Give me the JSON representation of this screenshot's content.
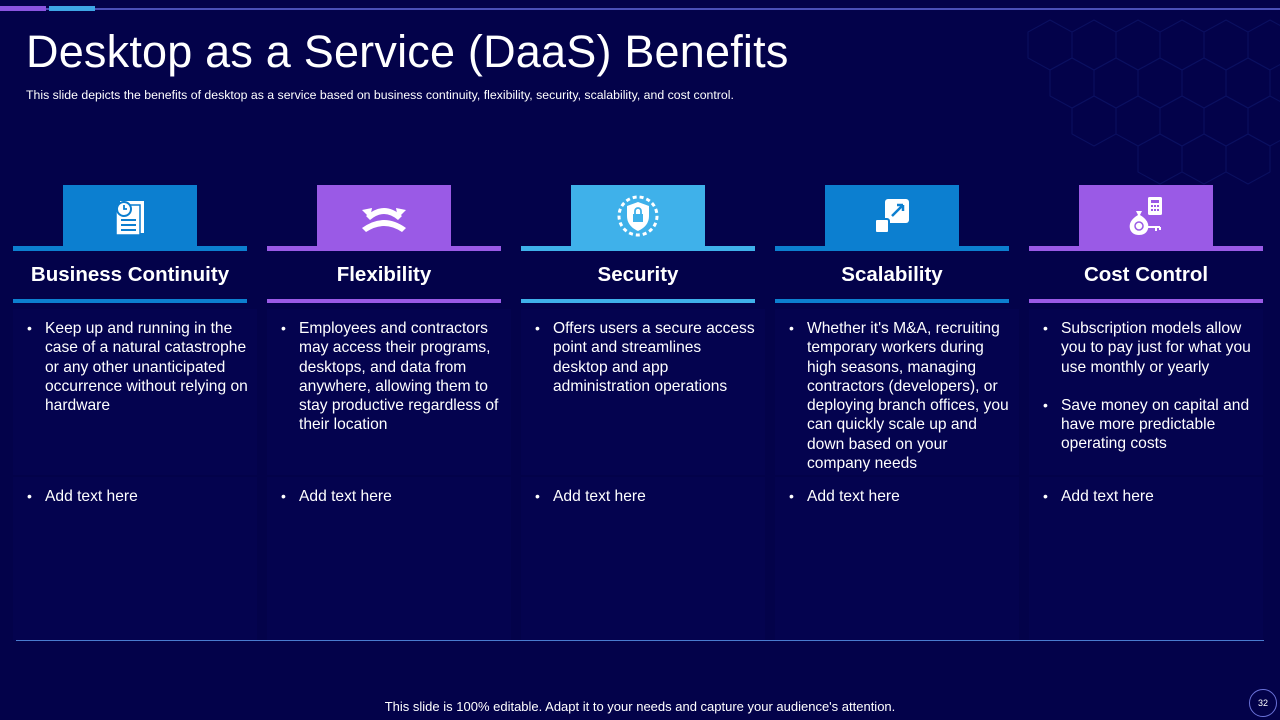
{
  "title": "Desktop as a Service (DaaS) Benefits",
  "subtitle": "This slide depicts the benefits of desktop as a service based on business continuity, flexibility, security, scalability, and cost control.",
  "columns": [
    {
      "title": "Business Continuity",
      "icon": "document-clock-icon",
      "color": "#0c7fd0",
      "points": [
        "Keep up and running in the case of a natural catastrophe or any other unanticipated occurrence without relying on hardware"
      ],
      "extra": [
        "Add text here"
      ]
    },
    {
      "title": "Flexibility",
      "icon": "flexible-arrows-icon",
      "color": "#9a5ae6",
      "points": [
        "Employees and contractors may access their programs, desktops, and data from anywhere, allowing them to stay productive regardless of their location"
      ],
      "extra": [
        "Add text here"
      ]
    },
    {
      "title": "Security",
      "icon": "shield-lock-icon",
      "color": "#3fb1ea",
      "points": [
        "Offers users a secure access point and streamlines desktop and app administration operations"
      ],
      "extra": [
        "Add text here"
      ]
    },
    {
      "title": "Scalability",
      "icon": "scale-up-icon",
      "color": "#0c7fd0",
      "points": [
        "Whether it's M&A, recruiting temporary workers during high seasons, managing contractors (developers), or deploying branch offices, you can quickly scale up and down based on your company needs"
      ],
      "extra": [
        "Add text here"
      ]
    },
    {
      "title": "Cost Control",
      "icon": "money-bag-calculator-icon",
      "color": "#9a5ae6",
      "points": [
        "Subscription models allow you to pay just for what you use monthly or yearly",
        "Save money on capital and have more predictable operating costs"
      ],
      "extra": [
        "Add text here"
      ]
    }
  ],
  "footer": "This slide is 100% editable. Adapt it to your needs and capture your audience's attention.",
  "page_number": "32",
  "colors": {
    "background": "#03024a",
    "blue": "#0c7fd0",
    "purple": "#9a5ae6",
    "light_blue": "#3fb1ea"
  }
}
